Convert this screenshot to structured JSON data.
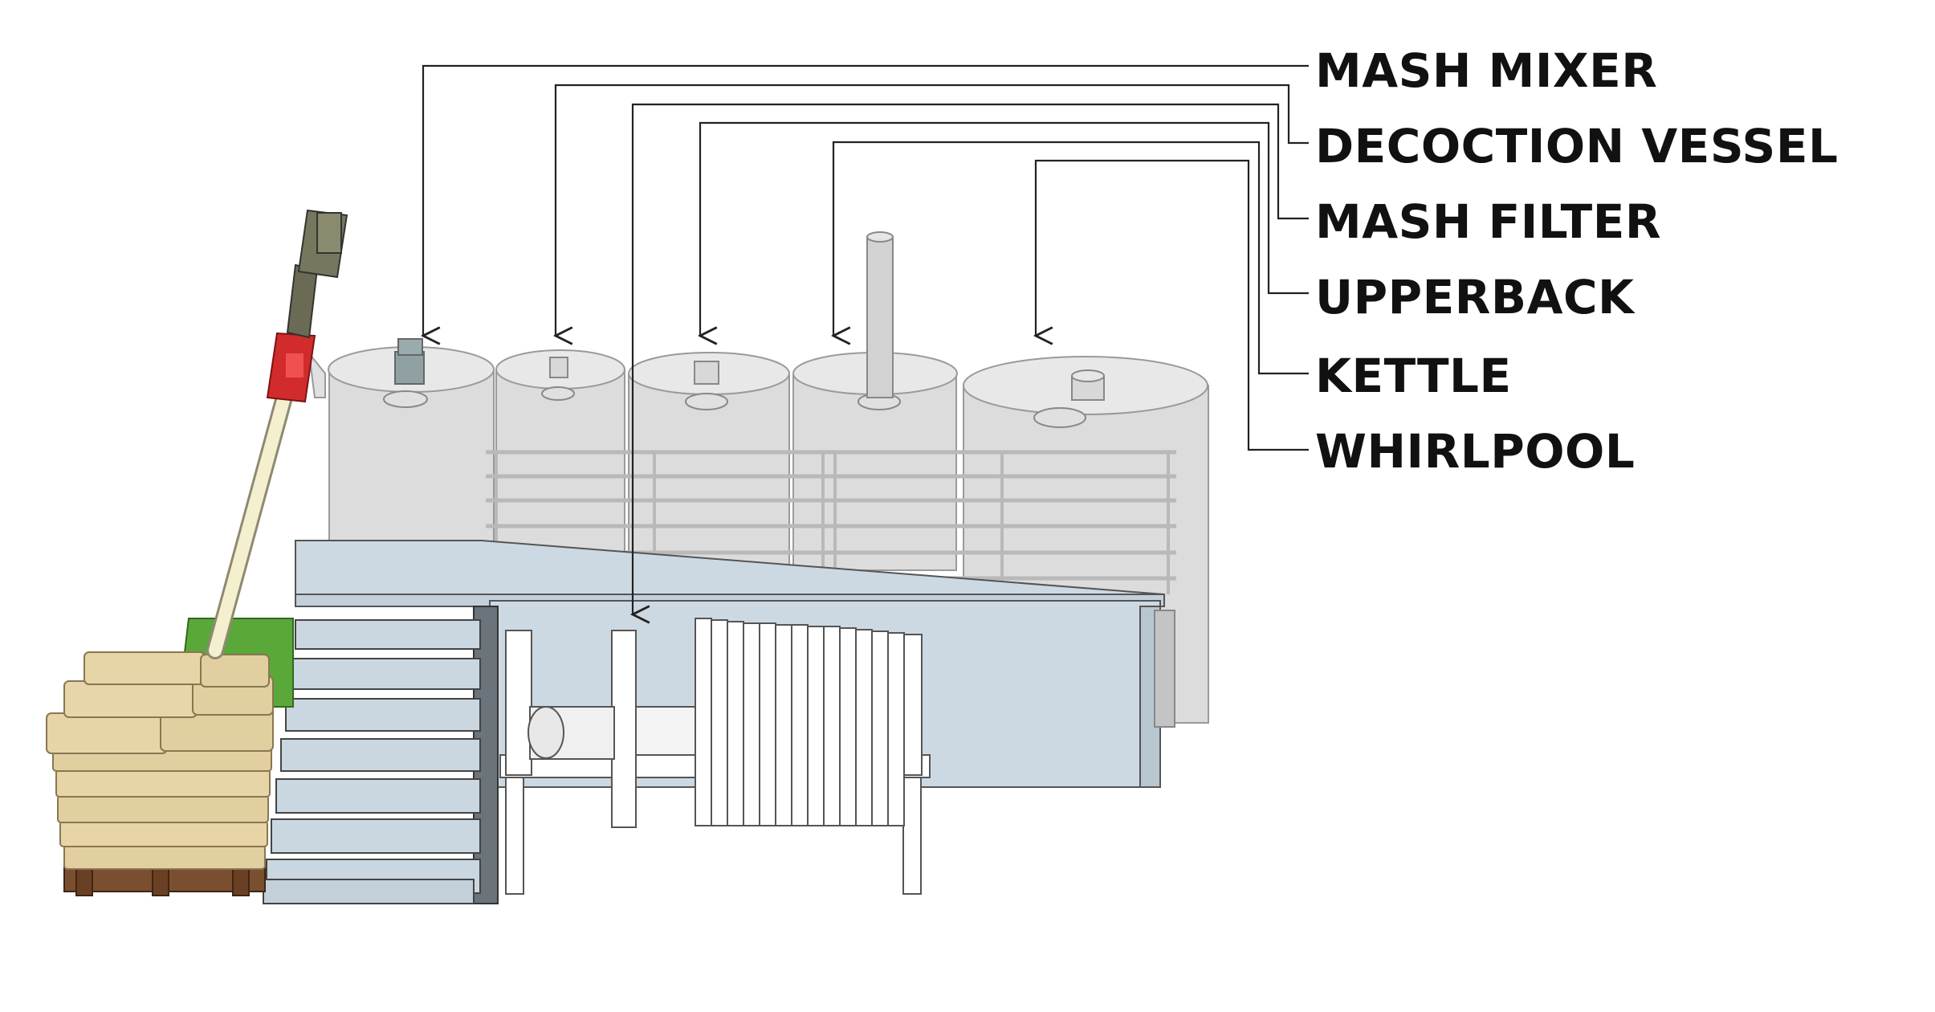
{
  "labels": {
    "mash_mixer": "MASH MIXER",
    "decoction_vessel": "DECOCTION VESSEL",
    "mash_filter": "MASH FILTER",
    "upperback": "UPPERBACK",
    "kettle": "KETTLE",
    "whirlpool": "WHIRLPOOL"
  },
  "colors": {
    "tank": "#dcdcdc",
    "tank_shade": "#c8c8c8",
    "platform": "#cdd9e2",
    "bags": "#e2cfa0",
    "pallet": "#7a4f30",
    "hopper": "#5aa83a",
    "motor": "#d22b2b",
    "leader": "#222222"
  }
}
